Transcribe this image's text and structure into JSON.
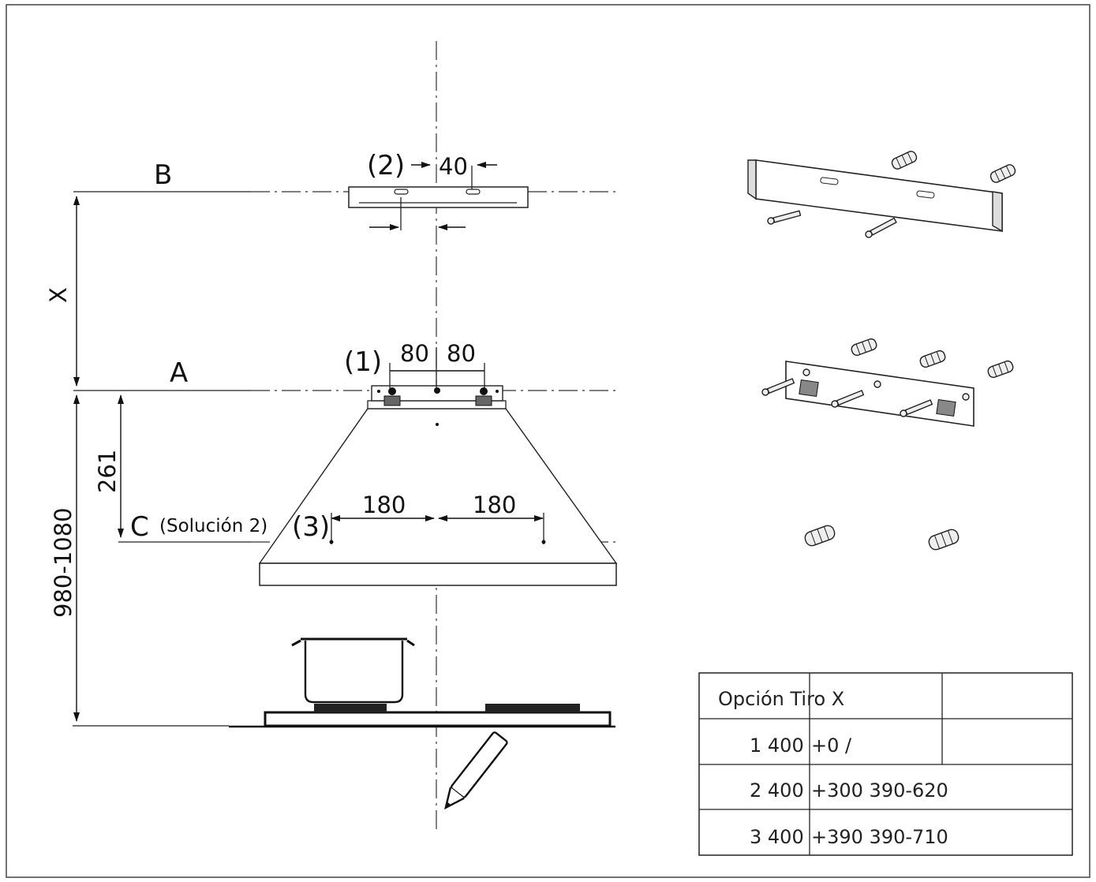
{
  "labels": {
    "level_b": "B",
    "level_a": "A",
    "level_c": "C",
    "solution": "(Solución 2)",
    "x": "X",
    "callout_1": "(1)",
    "callout_2": "(2)",
    "callout_3": "(3)",
    "dim_40": "40",
    "dim_80_left": "80",
    "dim_80_right": "80",
    "dim_180_left": "180",
    "dim_180_right": "180",
    "dim_261": "261",
    "dim_height": "980-1080"
  },
  "table": {
    "rows": [
      [
        "Opción  Tiro X",
        "",
        ""
      ],
      [
        "1 400",
        "+0 /",
        ""
      ],
      [
        "2 400",
        "+300 390-620",
        ""
      ],
      [
        "3 400",
        "+390 390-710",
        ""
      ]
    ]
  },
  "icons": [
    "bracket-b-icon",
    "bracket-a-icon",
    "wall-plug-icon",
    "screw-icon",
    "pot-icon",
    "pencil-icon"
  ]
}
